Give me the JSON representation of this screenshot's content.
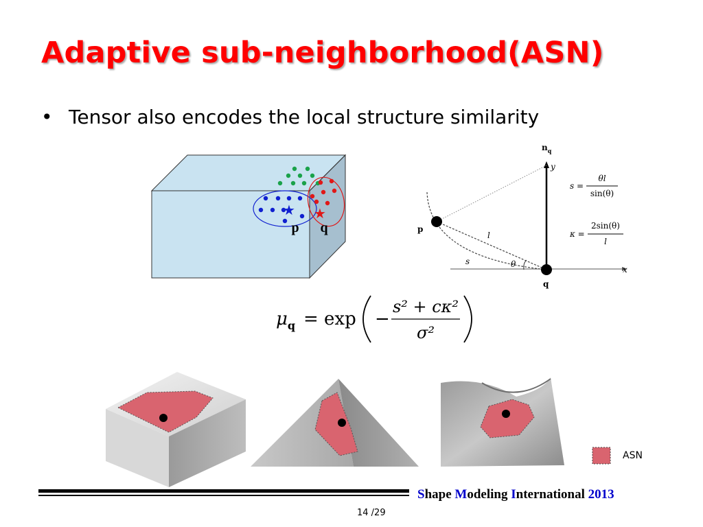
{
  "slide": {
    "title": "Adaptive sub-neighborhood(ASN)",
    "bullet_marker": "•",
    "bullet_text": "Tensor also encodes the local structure similarity"
  },
  "figure_box": {
    "point_p_label": "p",
    "point_q_label": "q",
    "colors": {
      "box_face": "#c9e3f1",
      "box_side": "#a6bfcf",
      "green": "#1aa24a",
      "blue": "#1020d0",
      "red": "#e01818"
    }
  },
  "geometry_figure": {
    "axis_normal_label": "n",
    "axis_normal_sub": "q",
    "axis_y": "y",
    "axis_x": "x",
    "point_p": "p",
    "point_q": "q",
    "seg_l": "l",
    "arc_s": "s",
    "angle": "θ",
    "eq1_lhs": "s =",
    "eq1_num": "θl",
    "eq1_den": "sin(θ)",
    "eq2_lhs": "κ =",
    "eq2_num": "2sin(θ)",
    "eq2_den": "l"
  },
  "formula": {
    "mu": "μ",
    "mu_sub": "q",
    "equals_exp": "= exp",
    "minus": "−",
    "numerator": "s² + cκ²",
    "denominator": "σ²"
  },
  "examples": {
    "asn_color": "#d9646f",
    "legend_label": "ASN"
  },
  "footer": {
    "conf_S": "S",
    "conf_hape": "hape ",
    "conf_M": "M",
    "conf_odeling": "odeling ",
    "conf_I": "I",
    "conf_nternational": "nternational ",
    "conf_year": "2013",
    "page": "14 /29"
  }
}
